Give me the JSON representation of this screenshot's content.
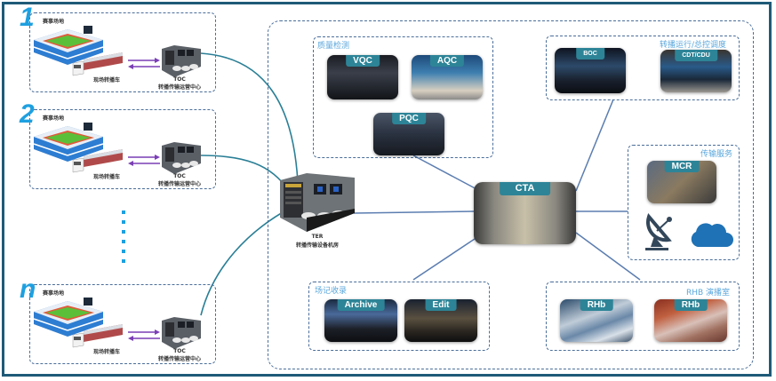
{
  "venues": [
    {
      "number": "1",
      "venue_label": "赛事场地",
      "ob_van_label": "现场转播车",
      "toc_code": "TOC",
      "toc_name": "转播传输运营中心"
    },
    {
      "number": "2",
      "venue_label": "赛事场地",
      "ob_van_label": "现场转播车",
      "toc_code": "TOC",
      "toc_name": "转播传输运营中心"
    },
    {
      "number": "n",
      "venue_label": "赛事场地",
      "ob_van_label": "现场转播车",
      "toc_code": "TOC",
      "toc_name": "转播传输运营中心"
    }
  ],
  "ter": {
    "code": "TER",
    "name": "转播传输设备机房"
  },
  "cta": {
    "label": "CTA"
  },
  "groups": {
    "quality": {
      "title": "质量检测",
      "items": [
        "VQC",
        "AQC",
        "PQC"
      ]
    },
    "operations": {
      "title": "转播运行/总控调度",
      "items": [
        "BOC",
        "CDT/CDU"
      ]
    },
    "transmission": {
      "title": "传输服务",
      "items": [
        "MCR"
      ],
      "icons": [
        "satellite-dish-icon",
        "cloud-icon"
      ]
    },
    "recording": {
      "title": "场记收录",
      "items": [
        "Archive",
        "Edit"
      ]
    },
    "studio": {
      "title": "RHB 演播室",
      "items": [
        "RHb",
        "RHb"
      ]
    }
  },
  "colors": {
    "frame": "#1f5a78",
    "line": "#2a7f96",
    "tag": "#2d8497",
    "accent": "#1ea0e0",
    "arrow": "#7a3fb5",
    "group_title": "#5aa7dc"
  }
}
